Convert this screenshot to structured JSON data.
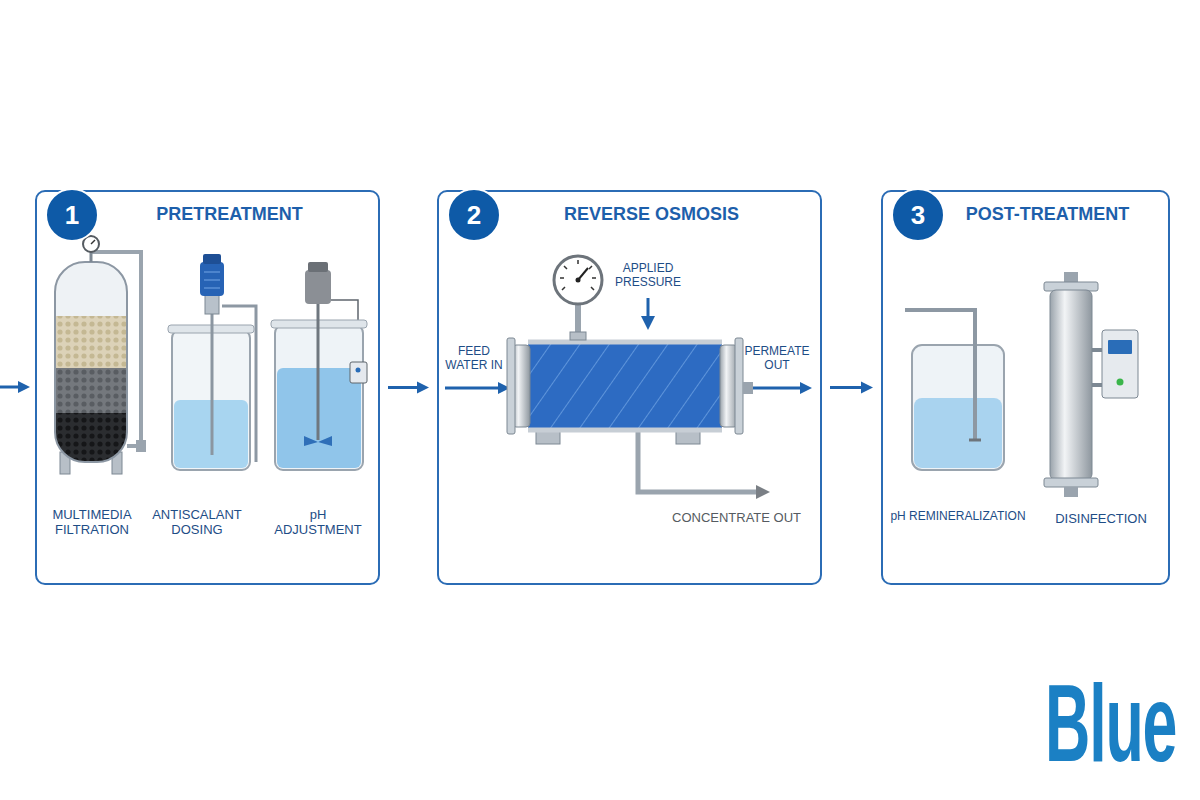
{
  "diagram": {
    "nodes": [
      {
        "text": [
          "PRETREATMENT"
        ]
      },
      {
        "text": [
          "1"
        ],
        "in": 0
      },
      {
        "text": [
          "REVERSE OSMOSIS"
        ]
      },
      {
        "text": [
          "2"
        ],
        "in": 2
      },
      {
        "text": [
          "POST-TREATMENT"
        ]
      },
      {
        "text": [
          "3"
        ],
        "in": 4
      }
    ],
    "edges": [
      {
        "from": 0,
        "to": 2,
        "arrow": "to"
      },
      {
        "from": 2,
        "to": 4,
        "arrow": "to"
      }
    ],
    "labels": [
      "MULTIMEDIA FILTRATION",
      "ANTISCALANT DOSING",
      "pH ADJUSTMENT",
      "FEED WATER IN",
      "APPLIED PRESSURE",
      "PERMEATE OUT",
      "CONCENTRATE OUT",
      "pH REMINERALIZATION",
      "DISINFECTION",
      "Blue"
    ]
  }
}
